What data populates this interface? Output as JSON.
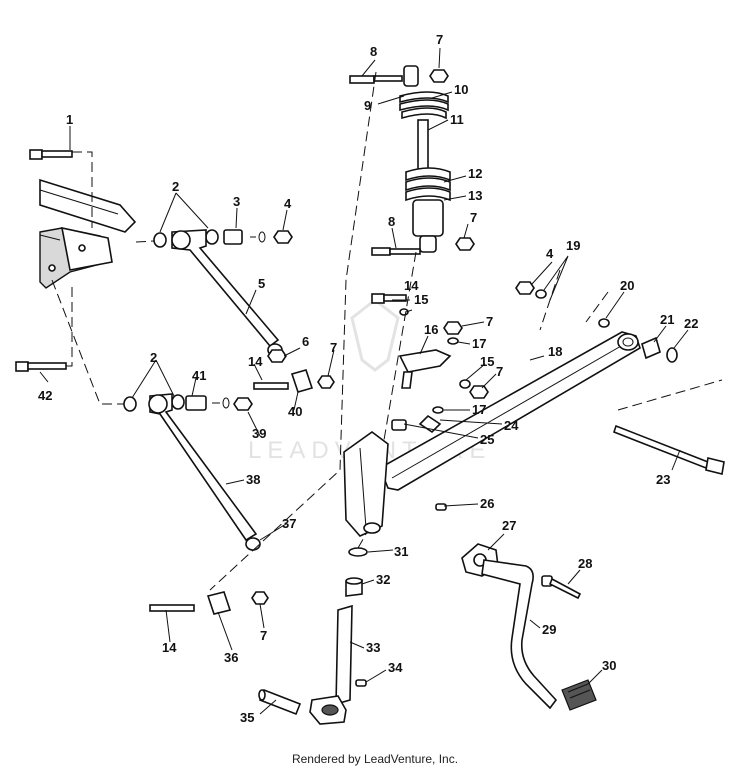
{
  "diagram": {
    "callouts": [
      "1",
      "2",
      "3",
      "4",
      "5",
      "6",
      "7",
      "8",
      "9",
      "10",
      "11",
      "12",
      "13",
      "14",
      "15",
      "16",
      "17",
      "18",
      "19",
      "20",
      "21",
      "22",
      "23",
      "24",
      "25",
      "26",
      "27",
      "28",
      "29",
      "30",
      "31",
      "32",
      "33",
      "34",
      "35",
      "36",
      "37",
      "38",
      "39",
      "40",
      "41",
      "42"
    ],
    "watermark": "LEADVENTURE"
  },
  "footer": {
    "text": "Rendered by LeadVenture, Inc."
  }
}
